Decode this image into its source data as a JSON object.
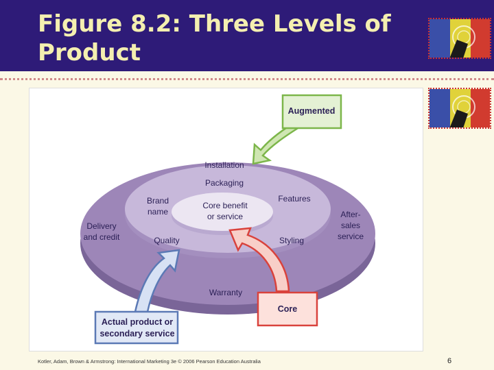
{
  "title": "Figure 8.2: Three Levels of Product",
  "diagram": {
    "core_text": [
      "Core benefit",
      "or service"
    ],
    "middle_ring": [
      "Packaging",
      "Brand",
      "name",
      "Features",
      "Quality",
      "Styling"
    ],
    "outer_ring": [
      "Installation",
      "Delivery",
      "and credit",
      "After-",
      "sales",
      "service",
      "Warranty"
    ],
    "callouts": {
      "augmented": "Augmented",
      "core": "Core",
      "actual": [
        "Actual product or",
        "secondary service"
      ]
    }
  },
  "colors": {
    "header": "#2e1b78",
    "title": "#f4efb0",
    "outer_ring": "#9d86b8",
    "middle_ring": "#c7b8da",
    "core": "#ece6f2",
    "augmented": "#7cb64a",
    "core_arrow": "#d9423c",
    "actual_arrow": "#5b79b5"
  },
  "footer": {
    "citation": "Kotler, Adam, Brown & Armstrong: International Marketing 3e © 2006 Pearson Education Australia",
    "page": "6"
  }
}
